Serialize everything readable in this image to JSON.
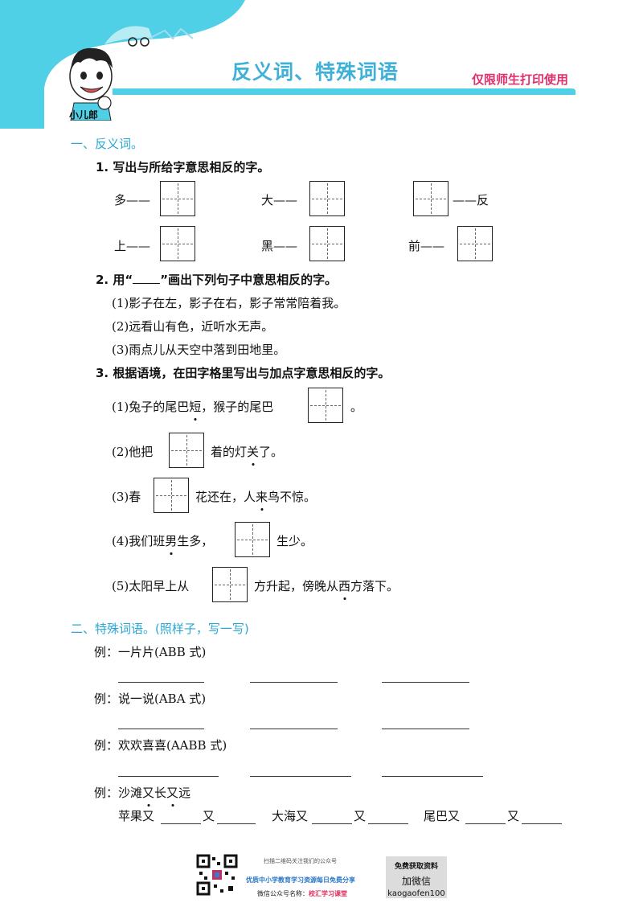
{
  "header": {
    "title": "反义词、特殊词语",
    "note": "仅限师生打印使用",
    "logo_text": "小儿郎",
    "colors": {
      "cyan": "#4fd0e6",
      "title": "#3fb0d8",
      "note": "#e0306a"
    }
  },
  "section1": {
    "title": "一、反义词。",
    "q1": {
      "title": "1. 写出与所给字意思相反的字。",
      "items": [
        "多——",
        "大——",
        "——反",
        "上——",
        "黑——",
        "前——"
      ]
    },
    "q2": {
      "title_pre": "2. 用“",
      "title_post": "”画出下列句子中意思相反的字。",
      "sentences": [
        "(1)影子在左，影子在右，影子常常陪着我。",
        "(2)远看山有色，近听水无声。",
        "(3)雨点儿从天空中落到田地里。"
      ]
    },
    "q3": {
      "title": "3. 根据语境，在田字格里写出与加点字意思相反的字。",
      "s1": {
        "a": "(1)兔子的尾巴",
        "dot": "短",
        "b": "，猴子的尾巴",
        "c": "。"
      },
      "s2": {
        "a": "(2)他把",
        "b": "着的灯",
        "dot": "关",
        "c": "了。"
      },
      "s3": {
        "a": "(3)春",
        "b": "花还在，人",
        "dot": "来",
        "c": "鸟不惊。"
      },
      "s4": {
        "a": "(4)我们班",
        "dot": "男",
        "b": "生多，",
        "c": "生少。"
      },
      "s5": {
        "a": "(5)太阳早上从",
        "b": "方升起，傍晚从",
        "dot": "西",
        "c": "方落下。"
      }
    }
  },
  "section2": {
    "title": "二、特殊词语。(照样子，写一写)",
    "examples": [
      "例：一片片(ABB 式)",
      "例：说一说(ABA 式)",
      "例：欢欢喜喜(AABB 式)"
    ],
    "ex4": {
      "a": "例：沙滩",
      "d1": "又",
      "b": "长",
      "d2": "又",
      "c": "远"
    },
    "fill": {
      "p1": "苹果又",
      "p2": "又",
      "p3": "大海又",
      "p4": "又",
      "p5": "尾巴又",
      "p6": "又"
    }
  },
  "footer": {
    "scan_text": "扫描二维码关注我们的公众号",
    "share_text": "优质中小学教育学习资源每日免费分享",
    "account_label": "微信公众号名称：",
    "account_name": "校汇学习课堂",
    "free_label": "免费获取资料",
    "wechat_label": "加微信",
    "wechat_id": "kaogaofen100"
  }
}
